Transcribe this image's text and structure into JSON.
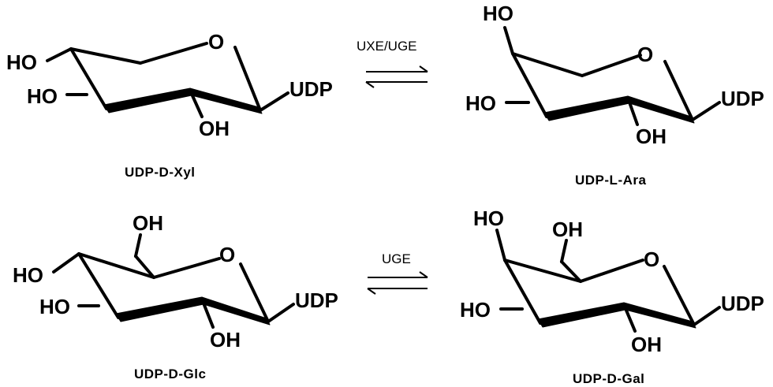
{
  "reactions": [
    {
      "substrate": {
        "name": "UDP-D-Xyl",
        "ring_oxygen": "O",
        "substituents": [
          "HO",
          "HO",
          "OH",
          "UDP"
        ]
      },
      "enzyme": "UXE/UGE",
      "product": {
        "name": "UDP-L-Ara",
        "ring_oxygen": "O",
        "substituents": [
          "HO",
          "HO",
          "OH",
          "UDP"
        ]
      }
    },
    {
      "substrate": {
        "name": "UDP-D-Glc",
        "ring_oxygen": "O",
        "substituents": [
          "OH",
          "HO",
          "HO",
          "OH",
          "UDP"
        ]
      },
      "enzyme": "UGE",
      "product": {
        "name": "UDP-D-Gal",
        "ring_oxygen": "O",
        "substituents": [
          "HO",
          "OH",
          "HO",
          "OH",
          "UDP"
        ]
      }
    }
  ]
}
